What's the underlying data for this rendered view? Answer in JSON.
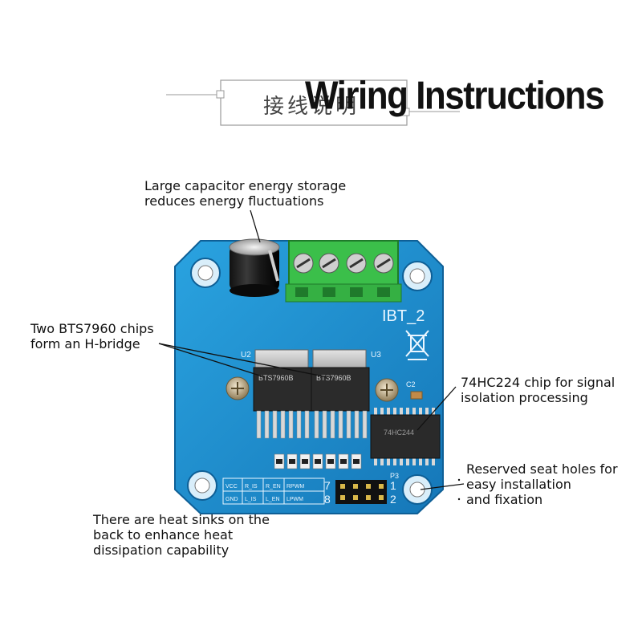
{
  "header": {
    "title_chinese": "接线说明",
    "title_english": "Wiring Instructions"
  },
  "annotations": {
    "capacitor": [
      "Large capacitor energy storage",
      "reduces energy fluctuations"
    ],
    "bts_chips": [
      "Two BTS7960 chips",
      "form an H-bridge"
    ],
    "hc_chip": [
      "74HC224 chip for signal",
      "isolation processing"
    ],
    "seat_holes": [
      "Reserved seat holes for",
      "easy installation",
      "and fixation"
    ],
    "heat_sinks": [
      "There are heat sinks on the",
      "back to enhance heat",
      "dissipation capability"
    ]
  },
  "board": {
    "model": "IBT_2",
    "u2": "U2",
    "u3": "U3",
    "c2": "C2",
    "p3": "P3",
    "chip_left": "BTS7960B",
    "chip_right": "BTS7960B",
    "hc_chip": "74HC244",
    "pin_labels_top": [
      "VCC",
      "R_IS",
      "R_EN",
      "RPWM"
    ],
    "pin_labels_bottom": [
      "GND",
      "L_IS",
      "L_EN",
      "LPWM"
    ],
    "pin_num_7": "7",
    "pin_num_8": "8",
    "pin_num_1": "1",
    "pin_num_2": "2"
  },
  "colors": {
    "pcb": "#1f8fd0",
    "pcb_edge": "#0e5f96",
    "terminal": "#3bbf4a",
    "screw": "#c9c9c9"
  }
}
